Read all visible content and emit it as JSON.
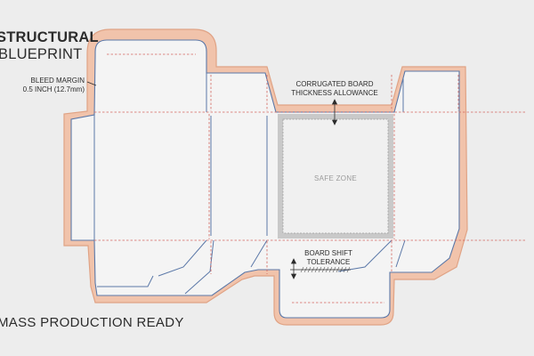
{
  "title": {
    "line1": "STRUCTURAL",
    "line2": "BLUEPRINT"
  },
  "footer": {
    "text": "MASS PRODUCTION READY"
  },
  "callouts": {
    "bleed_margin": {
      "line1": "BLEED MARGIN",
      "line2": "0.5 INCH (12.7mm)"
    },
    "corrugated": {
      "line1": "CORRUGATED BOARD",
      "line2": "THICKNESS ALLOWANCE"
    },
    "board_shift": {
      "line1": "BOARD SHIFT",
      "line2": "TOLERANCE"
    },
    "safe_zone": "SAFE ZONE"
  },
  "colors": {
    "background": "#ededed",
    "bleed_fill": "#f1c3ab",
    "bleed_edge": "#e0a385",
    "dieline_blue": "#5b78a8",
    "fold_red": "#d2665f",
    "panel_fill": "#f4f4f4",
    "safe_zone_fill": "#c9c9c9",
    "text": "#2c2c2c"
  }
}
